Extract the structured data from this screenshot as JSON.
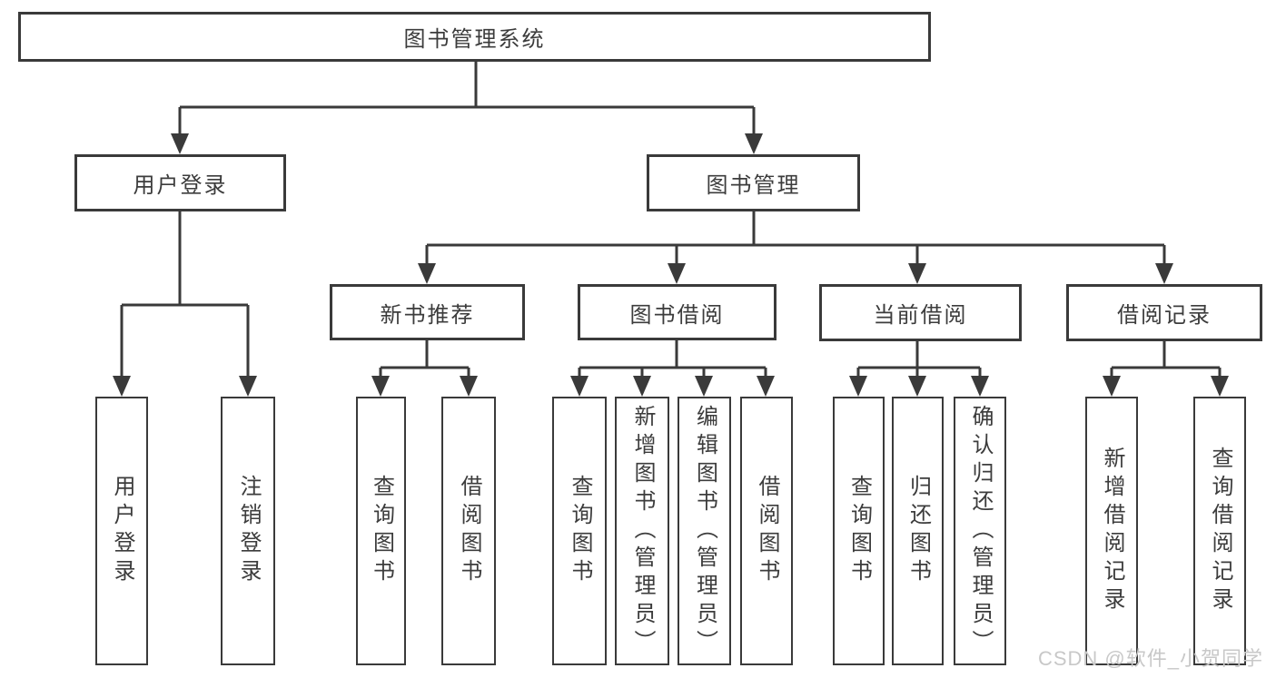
{
  "diagram": {
    "title": "图书管理系统",
    "branches": [
      {
        "label": "用户登录",
        "leaves": [
          "用户登录",
          "注销登录"
        ]
      },
      {
        "label": "图书管理",
        "groups": [
          {
            "label": "新书推荐",
            "leaves": [
              "查询图书",
              "借阅图书"
            ]
          },
          {
            "label": "图书借阅",
            "leaves": [
              "查询图书",
              "新增图书（管理员）",
              "编辑图书（管理员）",
              "借阅图书"
            ]
          },
          {
            "label": "当前借阅",
            "leaves": [
              "查询图书",
              "归还图书",
              "确认归还（管理员）"
            ]
          },
          {
            "label": "借阅记录",
            "leaves": [
              "新增借阅记录",
              "查询借阅记录"
            ]
          }
        ]
      }
    ]
  },
  "watermark": "CSDN @软件_小贺同学",
  "colors": {
    "line": "#3a3a3a",
    "text": "#3c3c3c",
    "watermark": "#c8c8c8",
    "background": "#ffffff"
  }
}
